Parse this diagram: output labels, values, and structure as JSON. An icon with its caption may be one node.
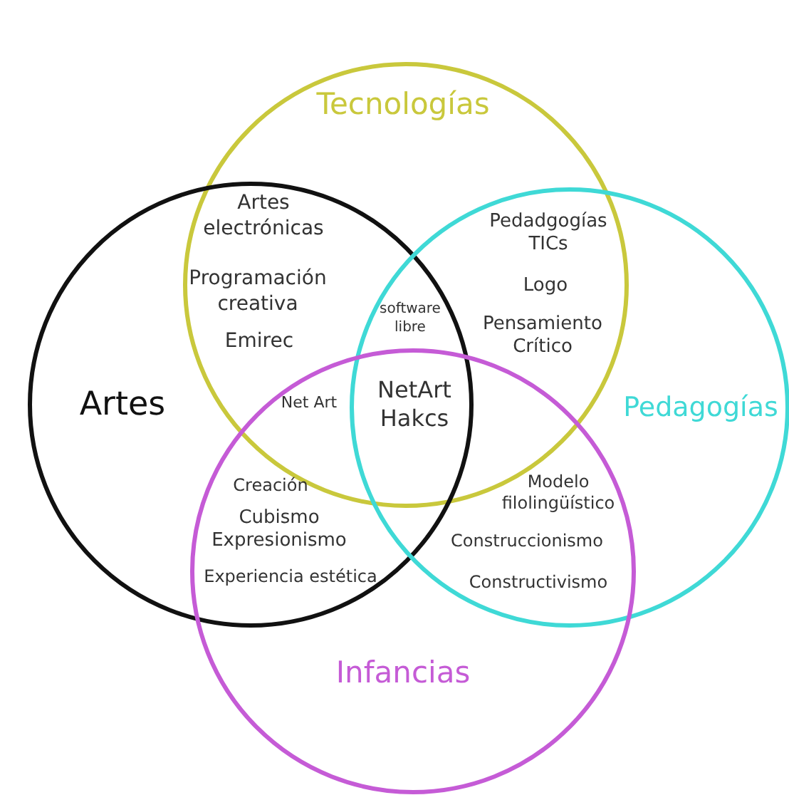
{
  "diagram": {
    "nodes": [
      {
        "text": [
          "Tecnologías"
        ]
      },
      {
        "text": [
          "Artes"
        ]
      },
      {
        "text": [
          "Pedagogías"
        ]
      },
      {
        "text": [
          "Infancias"
        ]
      }
    ],
    "labels": [
      "Artes electrónicas",
      "Pedadgogías TICs",
      "Programación creativa",
      "Logo",
      "software libre",
      "Emirec",
      "Pensamiento Crítico",
      "Net Art",
      "NetArt Hakcs",
      "Creación",
      "Modelo filolingüístico",
      "Cubismo Expresionismo",
      "Construccionismo",
      "Experiencia estética",
      "Constructivismo"
    ]
  }
}
